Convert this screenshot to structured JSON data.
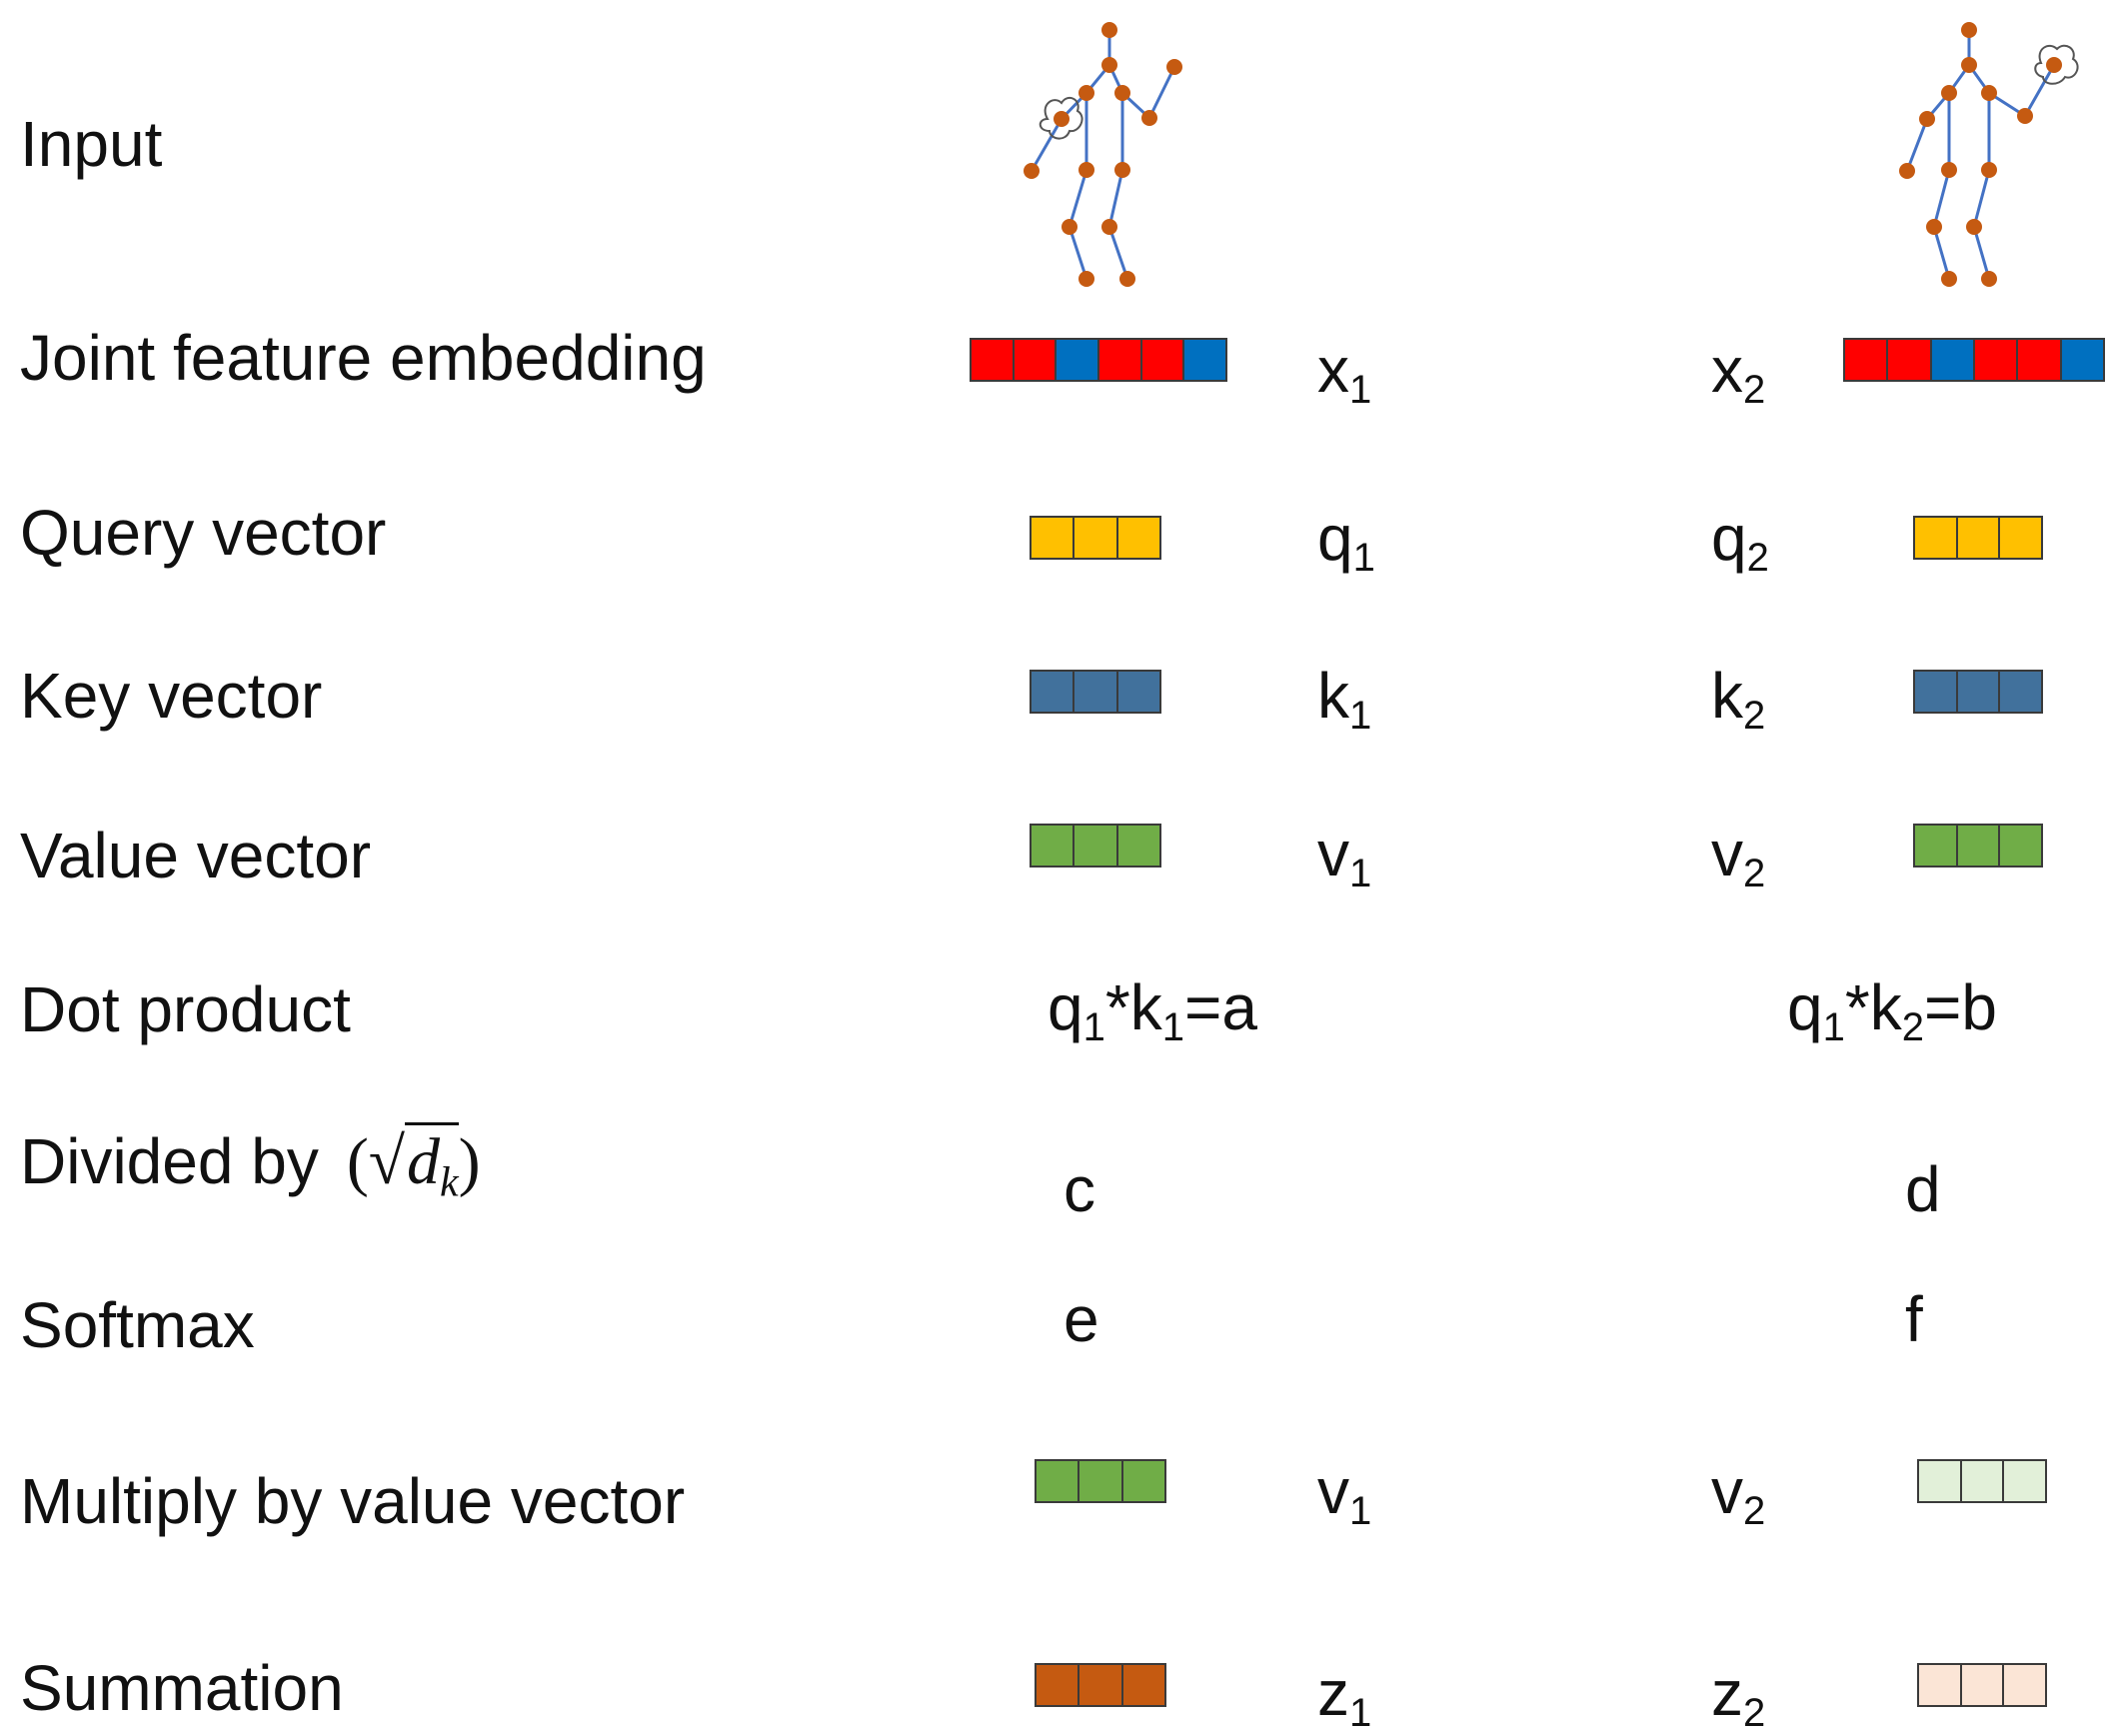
{
  "rows": {
    "input": "Input",
    "embedding": "Joint feature embedding",
    "query": "Query vector",
    "key": "Key vector",
    "value": "Value vector",
    "dot": "Dot product",
    "divide": "Divided by",
    "divide_math": {
      "open": "(√",
      "var": "d",
      "sub": "k",
      "close": ")"
    },
    "softmax": "Softmax",
    "multiply": "Multiply by value vector",
    "summation": "Summation"
  },
  "tokens": {
    "x1": {
      "base": "x",
      "sub": "1"
    },
    "x2": {
      "base": "x",
      "sub": "2"
    },
    "q1": {
      "base": "q",
      "sub": "1"
    },
    "q2": {
      "base": "q",
      "sub": "2"
    },
    "k1": {
      "base": "k",
      "sub": "1"
    },
    "k2": {
      "base": "k",
      "sub": "2"
    },
    "v1": {
      "base": "v",
      "sub": "1"
    },
    "v2": {
      "base": "v",
      "sub": "2"
    },
    "v1b": {
      "base": "v",
      "sub": "1"
    },
    "v2b": {
      "base": "v",
      "sub": "2"
    },
    "z1": {
      "base": "z",
      "sub": "1"
    },
    "z2": {
      "base": "z",
      "sub": "2"
    }
  },
  "dot_products": {
    "left": {
      "q": "q",
      "q_sub": "1",
      "k": "*k",
      "k_sub": "1",
      "res": "=a"
    },
    "right": {
      "q": "q",
      "q_sub": "1",
      "k": "*k",
      "k_sub": "2",
      "res": "=b"
    }
  },
  "scores": {
    "c": "c",
    "d": "d",
    "e": "e",
    "f": "f"
  },
  "colors": {
    "embed_red": "#ff0000",
    "embed_blue": "#0070c0",
    "query": "#ffc000",
    "key": "#41719c",
    "value": "#70ad47",
    "value_faded": "#e2f0d9",
    "sum": "#c55a11",
    "sum_faded": "#fbe5d6",
    "joint": "#c55a11",
    "bone": "#4472c4"
  }
}
